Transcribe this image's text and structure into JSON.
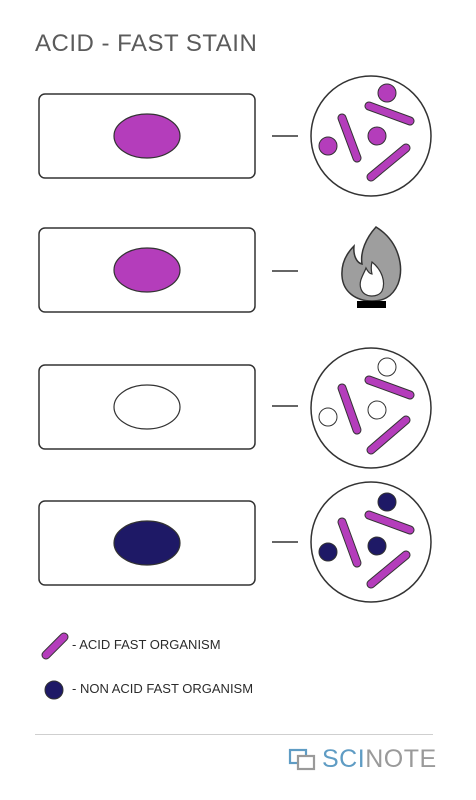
{
  "title": "ACID - FAST STAIN",
  "legend": {
    "acid_fast": "- ACID FAST ORGANISM",
    "non_acid_fast": "- NON ACID FAST ORGANISM"
  },
  "brand": {
    "name_prefix": "SCI",
    "name_suffix": "NOTE"
  },
  "colors": {
    "magenta": "#b43dbb",
    "navy": "#1e1966",
    "outline": "#333333",
    "flame": "#9e9e9e",
    "brand_blue": "#5f9cc4",
    "brand_gray": "#9a9a9a"
  },
  "steps": [
    {
      "smear": "magenta",
      "result": "circle",
      "cocci": "magenta"
    },
    {
      "smear": "magenta",
      "result": "flame"
    },
    {
      "smear": "white",
      "result": "circle",
      "cocci": "white"
    },
    {
      "smear": "navy",
      "result": "circle",
      "cocci": "navy"
    }
  ]
}
